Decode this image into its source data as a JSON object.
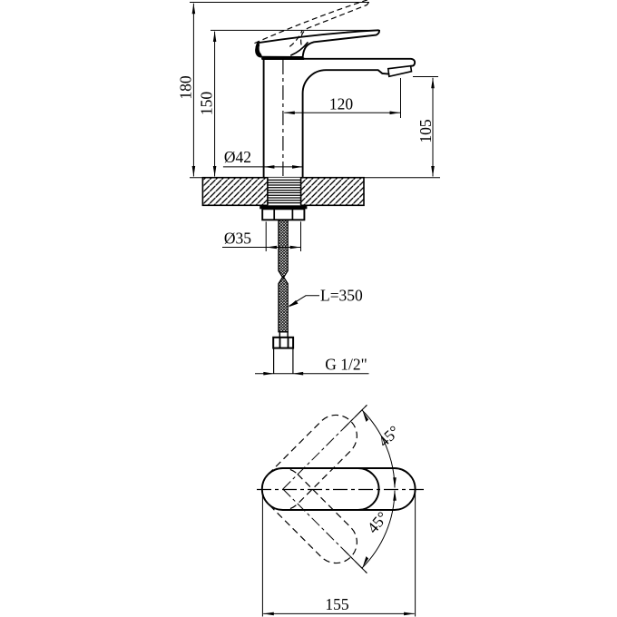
{
  "document_type": "technical-dimension-drawing",
  "subject": "single-lever basin faucet (mixer tap) with flexible supply hose",
  "colors": {
    "background": "#ffffff",
    "ink": "#000000"
  },
  "views": {
    "side_view": {
      "name": "front/side elevation of faucet on mounting deck",
      "dimensions": {
        "overall_height_raised_handle": "180",
        "height_to_handle_tip": "150",
        "spout_reach": "120",
        "spout_outlet_height": "105",
        "body_diameter": "Ø42",
        "shank_nut_diameter": "Ø35",
        "hose_length": "L=350",
        "hose_thread": "G 1/2\""
      }
    },
    "top_view": {
      "name": "plan view of faucet with handle swing range",
      "dimensions": {
        "handle_swing_up": "45°",
        "handle_swing_down": "45°",
        "overall_length": "155"
      }
    }
  },
  "labels": {
    "dim180": "180",
    "dim150": "150",
    "dim120": "120",
    "dim105": "105",
    "dim42": "Ø42",
    "dim35": "Ø35",
    "dimL350": "L=350",
    "dimG12": "G 1/2\"",
    "dim45top": "45°",
    "dim45bottom": "45°",
    "dim155": "155"
  }
}
